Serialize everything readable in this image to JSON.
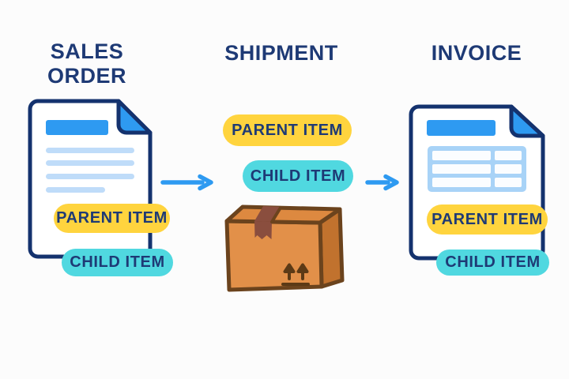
{
  "diagram": {
    "background": "#fcfcfc",
    "columns": [
      {
        "title": "SALES ORDER",
        "icon": "sales-order-document-icon",
        "badges": {
          "parent": "PARENT ITEM",
          "child": "CHILD ITEM"
        }
      },
      {
        "title": "SHIPMENT",
        "icon": "shipping-box-icon",
        "badges": {
          "parent": "PARENT ITEM",
          "child": "CHILD ITEM"
        }
      },
      {
        "title": "INVOICE",
        "icon": "invoice-document-icon",
        "badges": {
          "parent": "PARENT ITEM",
          "child": "CHILD ITEM"
        }
      }
    ],
    "colors": {
      "navy_text": "#1e3a75",
      "navy_outline": "#14326e",
      "bright_blue": "#2e9af1",
      "light_blue": "#bfdcf9",
      "table_border_blue": "#a8d3f7",
      "table_cell": "#fbfdff",
      "badge_yellow": "#ffd43e",
      "badge_cyan": "#50d8e0",
      "box_top": "#dd8940",
      "box_front": "#e29049",
      "box_side": "#c1722e",
      "box_outline": "#6b431d",
      "box_tape": "#8a4e3e",
      "box_mark": "#5c3a16",
      "doc_fill": "#ffffff"
    }
  }
}
